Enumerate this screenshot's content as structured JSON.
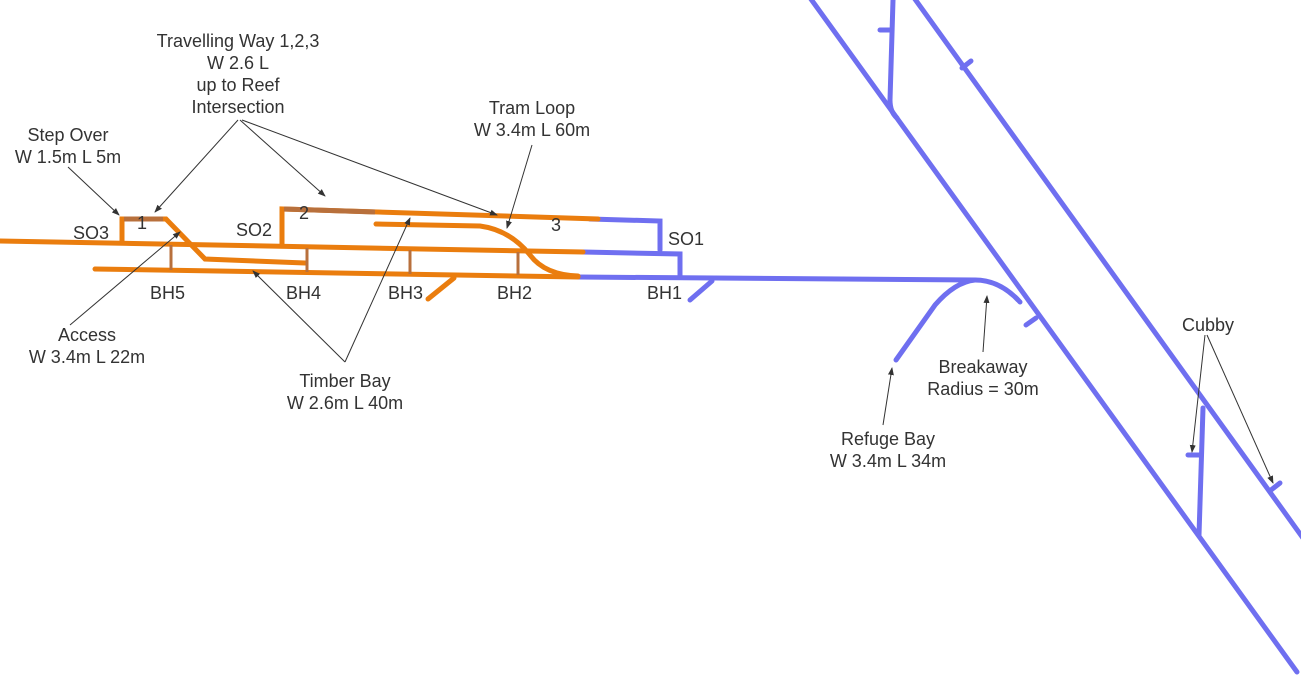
{
  "colors": {
    "development": "#ea7d0e",
    "existing": "#6f6ff0",
    "highlight": "#b8703c",
    "annotation": "#333333"
  },
  "labels": {
    "travelling_way": [
      "Travelling Way 1,2,3",
      "W 2.6 L",
      "up to Reef",
      "Intersection"
    ],
    "step_over": [
      "Step Over",
      "W 1.5m L 5m"
    ],
    "tram_loop": [
      "Tram Loop",
      "W 3.4m L 60m"
    ],
    "access": [
      "Access",
      "W 3.4m L 22m"
    ],
    "timber_bay": [
      "Timber Bay",
      "W 2.6m L 40m"
    ],
    "breakaway": [
      "Breakaway",
      "Radius = 30m"
    ],
    "refuge_bay": [
      "Refuge Bay",
      "W 3.4m L 34m"
    ],
    "cubby": "Cubby",
    "so1": "SO1",
    "so2": "SO2",
    "so3": "SO3",
    "bh1": "BH1",
    "bh2": "BH2",
    "bh3": "BH3",
    "bh4": "BH4",
    "bh5": "BH5",
    "n1": "1",
    "n2": "2",
    "n3": "3"
  }
}
